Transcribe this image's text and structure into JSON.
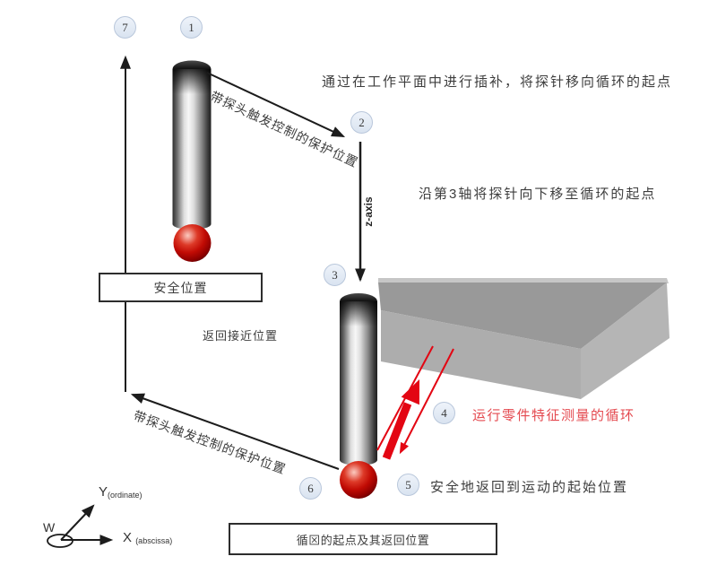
{
  "steps": {
    "s1": "1",
    "s2": "2",
    "s3": "3",
    "s4": "4",
    "s5": "5",
    "s6": "6",
    "s7": "7"
  },
  "labels": {
    "move_to_start": "通过在工作平面中进行插补，将探针移向循环的起点",
    "move_down_3rd_axis": "沿第3轴将探针向下移至循环的起点",
    "run_measure_cycle": "运行零件特征测量的循环",
    "safe_return_start": "安全地返回到运动的起始位置",
    "return_approach": "返回接近位置",
    "guard_upper": "带探头触发控制的保护位置",
    "guard_lower": "带探头触发控制的保护位置",
    "z_axis": "z-axis",
    "safe_position": "安全位置",
    "cycle_start_return": "循⊠的起点及其返回位置"
  },
  "axes": {
    "w": "W",
    "y": "Y",
    "y_sub": "(ordinate)",
    "x": "X",
    "x_sub": "(abscissa)"
  },
  "colors": {
    "red_arrow": "#e30613",
    "red_text": "#e4494f",
    "step_fill": "#dfe8f4",
    "step_border": "#b9c7db",
    "slab_top": "#999999",
    "slab_front": "#adadad",
    "slab_side": "#b5b5b5",
    "line_black": "#1c1c1c"
  }
}
